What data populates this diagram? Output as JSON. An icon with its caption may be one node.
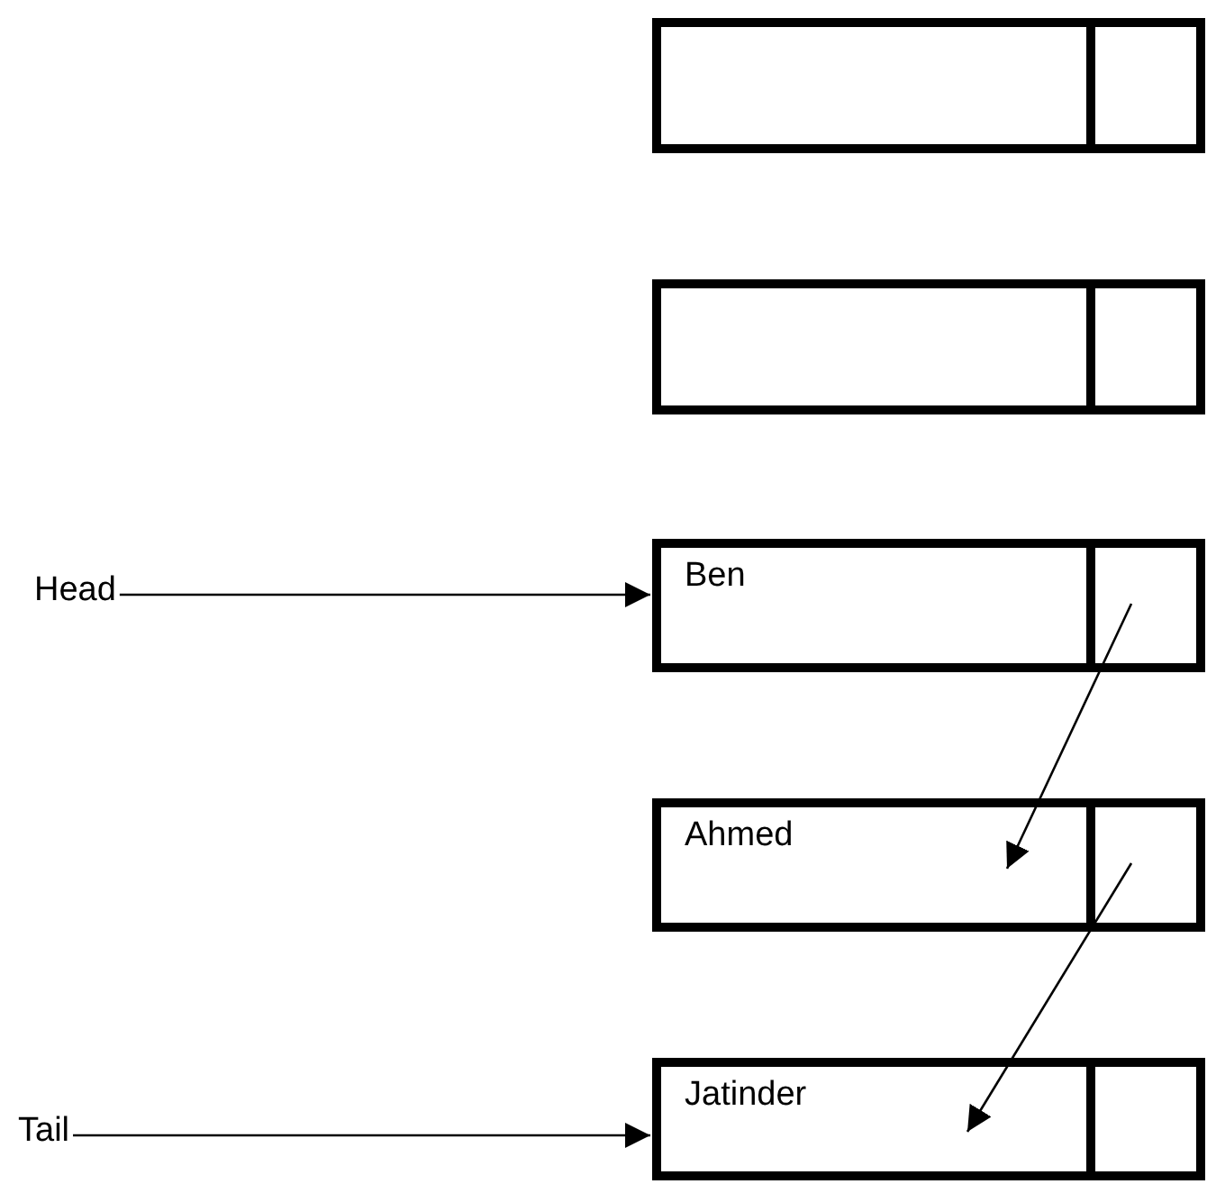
{
  "diagram": {
    "nodes": [
      {
        "text": [],
        "shape": "box"
      },
      {
        "text": [],
        "shape": "box",
        "in": 0
      },
      {
        "text": [],
        "shape": "box"
      },
      {
        "text": [],
        "shape": "box",
        "in": 2
      },
      {
        "text": [
          "Head"
        ]
      },
      {
        "text": [
          "Ben"
        ]
      },
      {
        "text": [],
        "shape": "box",
        "in": 5
      },
      {
        "text": [
          "Ahmed"
        ]
      },
      {
        "text": [],
        "shape": "box",
        "in": 7
      },
      {
        "text": [
          "Tail"
        ]
      },
      {
        "text": [
          "Jatinder"
        ]
      },
      {
        "text": [],
        "shape": "box",
        "in": 10
      }
    ],
    "edges": [
      {
        "from": 4,
        "to": 5,
        "arrow": "to"
      },
      {
        "from": 6,
        "to": 7,
        "arrow": "to"
      },
      {
        "from": 8,
        "to": 10,
        "arrow": "to"
      },
      {
        "from": 9,
        "to": 10,
        "arrow": "to"
      }
    ]
  }
}
